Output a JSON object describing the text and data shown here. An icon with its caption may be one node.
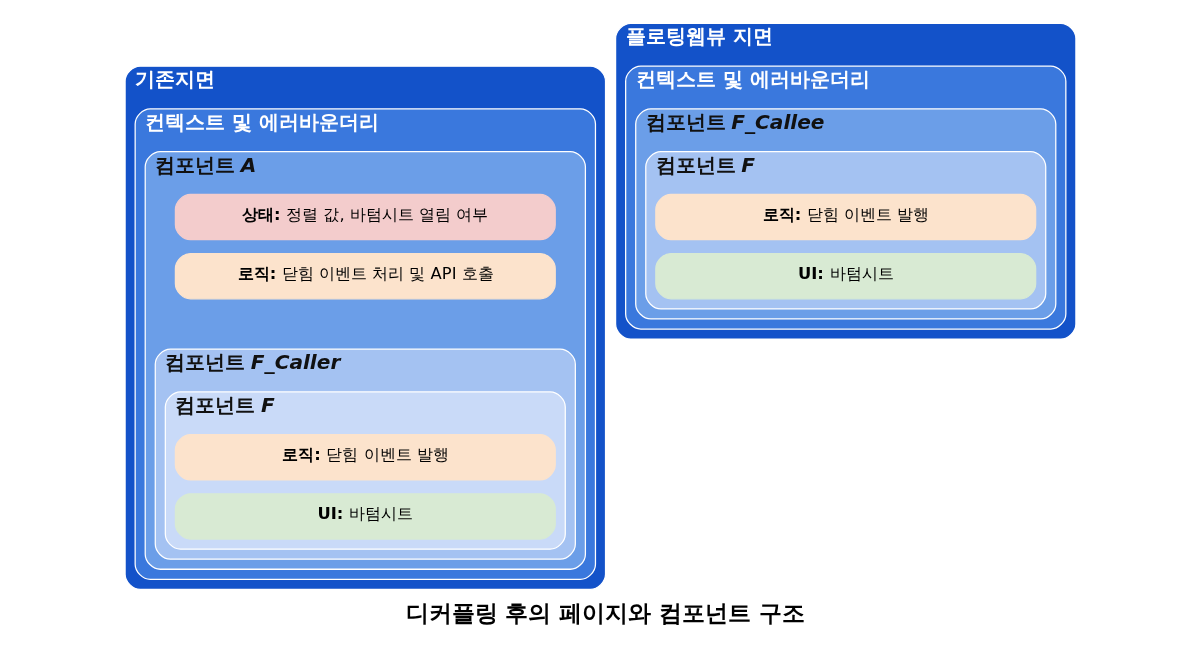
{
  "diagram": {
    "caption": "디커플링 후의 페이지와 컴포넌트 구조",
    "nodes": [
      {
        "text": [
          "기존지면"
        ]
      },
      {
        "text": [
          "컨텍스트 및 에러바운더리"
        ],
        "in": 0
      },
      {
        "text": [
          "컴포넌트 *A*"
        ],
        "in": 1
      },
      {
        "text": [
          "**상태:** 정렬 값, 바텀시트 열림 여부"
        ],
        "in": 2
      },
      {
        "text": [
          "**로직:** 닫힘 이벤트 처리 및 API 호출"
        ],
        "in": 2
      },
      {
        "text": [
          "컴포넌트 *F_Caller*"
        ],
        "in": 2
      },
      {
        "text": [
          "컴포넌트 *F*"
        ],
        "in": 5
      },
      {
        "text": [
          "**로직:** 닫힘 이벤트 발행"
        ],
        "in": 6
      },
      {
        "text": [
          "**UI:** 바텀시트"
        ],
        "in": 6
      },
      {
        "text": [
          "플로팅웹뷰 지면"
        ]
      },
      {
        "text": [
          "컨텍스트 및 에러바운더리"
        ],
        "in": 9
      },
      {
        "text": [
          "컴포넌트 *F_Callee*"
        ],
        "in": 10
      },
      {
        "text": [
          "컴포넌트 *F*"
        ],
        "in": 11
      },
      {
        "text": [
          "**로직:** 닫힘 이벤트 발행"
        ],
        "in": 12
      },
      {
        "text": [
          "**UI:** 바텀시트"
        ],
        "in": 12
      }
    ],
    "edges": []
  }
}
